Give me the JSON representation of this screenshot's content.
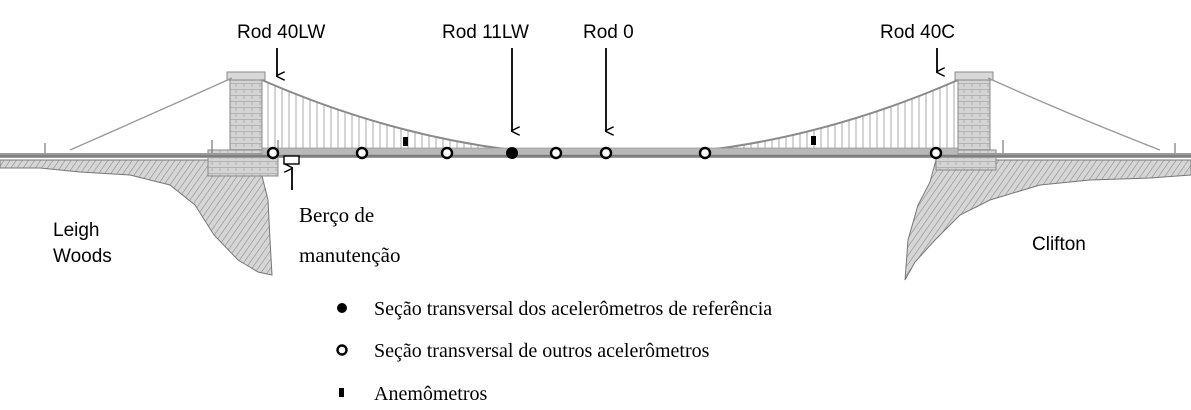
{
  "labels": {
    "rod_40lw": "Rod 40LW",
    "rod_11lw": "Rod 11LW",
    "rod_0": "Rod 0",
    "rod_40c": "Rod 40C",
    "leigh": "Leigh",
    "woods": "Woods",
    "clifton": "Clifton",
    "berco_line1": "Berço de",
    "berco_line2": "manutenção"
  },
  "legend": {
    "reference": "Seção transversal dos acelerômetros de referência",
    "others": "Seção transversal de outros acelerômetros",
    "anemometers": "Anemômetros"
  },
  "colors": {
    "ink": "#000000",
    "deck": "#8a8a8a",
    "tower": "#cfcfcf",
    "cliff": "#bdbdbd",
    "cable": "#9a9a9a"
  }
}
